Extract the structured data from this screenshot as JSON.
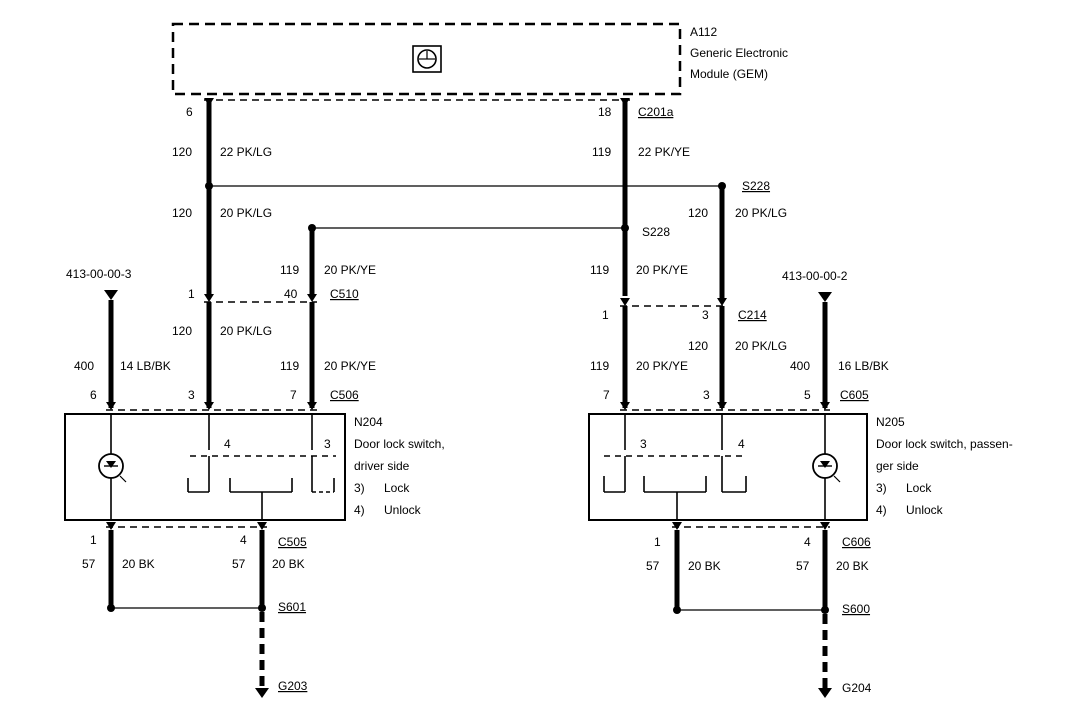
{
  "gem": {
    "id": "A112",
    "name_line1": "Generic Electronic",
    "name_line2": "Module (GEM)"
  },
  "connectors": {
    "c201a": "C201a",
    "c510": "C510",
    "c214": "C214",
    "c506_left": "C506",
    "c605": "C605",
    "c505": "C505",
    "c606": "C606"
  },
  "splices": {
    "s228_upper": "S228",
    "s228_lower": "S228",
    "s601": "S601",
    "s600": "S600"
  },
  "grounds": {
    "g203": "G203",
    "g204": "G204"
  },
  "refs": {
    "left": "413-00-00-3",
    "right": "413-00-00-2"
  },
  "switch_left": {
    "id": "N204",
    "line1": "Door lock switch,",
    "line2": "driver side",
    "item3_num": "3)",
    "item3_label": "Lock",
    "item4_num": "4)",
    "item4_label": "Unlock",
    "pin_a": "4",
    "pin_b": "3"
  },
  "switch_right": {
    "id": "N205",
    "line1": "Door lock switch, passen-",
    "line2": "ger side",
    "item3_num": "3)",
    "item3_label": "Lock",
    "item4_num": "4)",
    "item4_label": "Unlock",
    "pin_a": "3",
    "pin_b": "4"
  },
  "labels": {
    "pin_6_gem": "6",
    "pin_18_gem": "18",
    "ckt_120_a": "120",
    "wire_22_pklg": "22 PK/LG",
    "ckt_119_a": "119",
    "wire_22_pkye": "22 PK/YE",
    "ckt_120_b": "120",
    "wire_20_pklg_b": "20 PK/LG",
    "ckt_120_s228": "120",
    "wire_20_pklg_s228": "20 PK/LG",
    "ckt_119_c": "119",
    "wire_20_pkye_c": "20 PK/YE",
    "ckt_119_d": "119",
    "wire_20_pkye_d": "20 PK/YE",
    "c510_pin1": "1",
    "c510_pin40": "40",
    "c214_pin1": "1",
    "c214_pin3": "3",
    "ckt_120_e": "120",
    "wire_20_pklg_e": "20 PK/LG",
    "ckt_120_f": "120",
    "wire_20_pklg_f": "20 PK/LG",
    "ckt_400_l": "400",
    "wire_14_lbbk": "14 LB/BK",
    "ckt_119_g": "119",
    "wire_20_pkye_g": "20 PK/YE",
    "ckt_119_h": "119",
    "wire_20_pkye_h": "20 PK/YE",
    "ckt_400_r": "400",
    "wire_16_lbbk": "16 LB/BK",
    "c506l_pin6": "6",
    "c506l_pin3": "3",
    "c506l_pin7": "7",
    "c605_pin7": "7",
    "c605_pin3": "3",
    "c605_pin5": "5",
    "c505_pin1": "1",
    "c505_pin4": "4",
    "c606_pin1": "1",
    "c606_pin4": "4",
    "ckt_57_a": "57",
    "wire_20_bk_a": "20 BK",
    "ckt_57_b": "57",
    "wire_20_bk_b": "20 BK",
    "ckt_57_c": "57",
    "wire_20_bk_c": "20 BK",
    "ckt_57_d": "57",
    "wire_20_bk_d": "20 BK"
  }
}
